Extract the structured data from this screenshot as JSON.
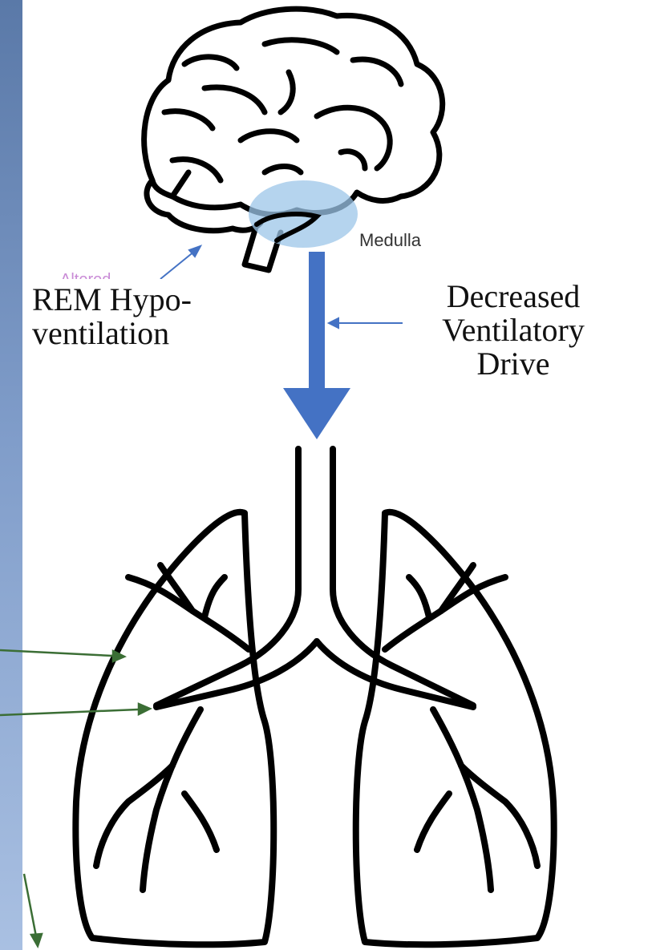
{
  "labels": {
    "medulla": "Medulla",
    "rem_hypoventilation": "REM Hypo-\nventilation",
    "decreased_drive": "Decreased\nVentilatory\nDrive"
  },
  "colors": {
    "background_top": "#5a79a8",
    "background_bottom": "#a9c0e2",
    "panel": "#ffffff",
    "main_arrow": "#4472c4",
    "medulla_highlight": "#9cc6e8",
    "pointer_blue": "#4472c4",
    "pointer_green": "#3b6e35",
    "outline": "#000000"
  },
  "icons": [
    "brain-icon",
    "lungs-icon",
    "downward-arrow-icon"
  ]
}
